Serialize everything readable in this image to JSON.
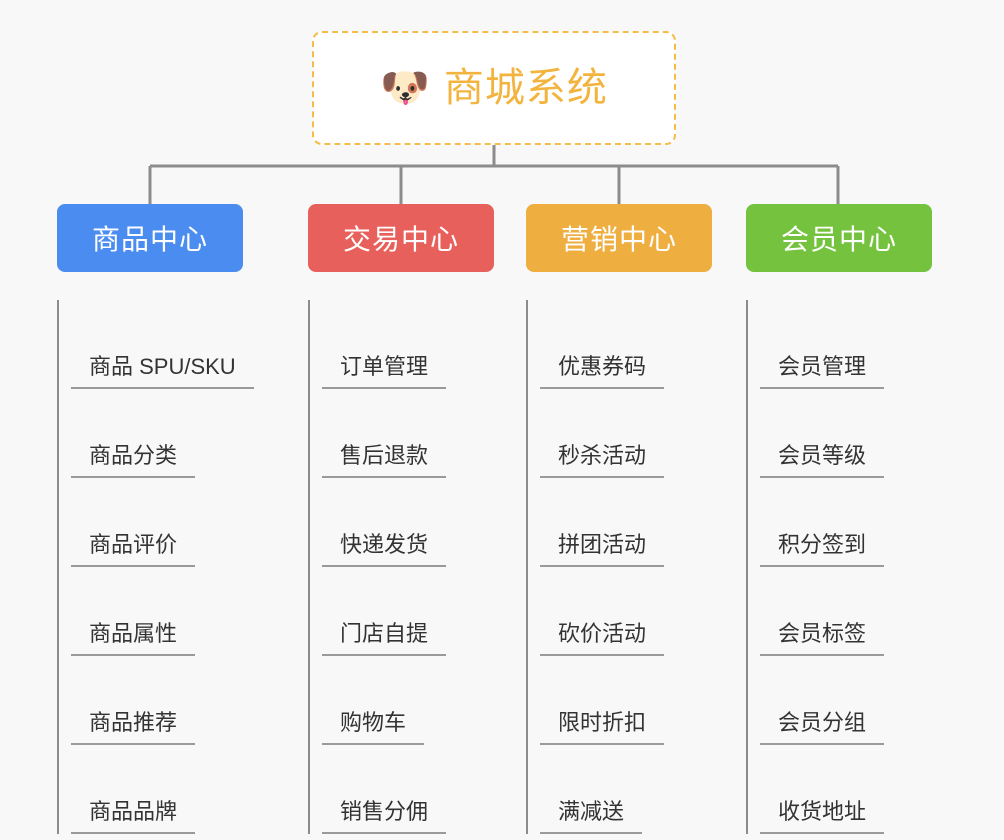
{
  "page": {
    "background_color": "#f8f8f8",
    "type": "mindmap"
  },
  "root": {
    "icon": "shiba-dog-emoji",
    "emoji": "🐶",
    "title": "商城系统",
    "text_color": "#f3b43f",
    "border_color": "#f5bc4a",
    "border_style": "dashed"
  },
  "branches": [
    {
      "label": "商品中心",
      "color": "#4a8cf0",
      "items": [
        {
          "label": "商品 SPU/SKU"
        },
        {
          "label": "商品分类"
        },
        {
          "label": "商品评价"
        },
        {
          "label": "商品属性"
        },
        {
          "label": "商品推荐"
        },
        {
          "label": "商品品牌"
        }
      ]
    },
    {
      "label": "交易中心",
      "color": "#e8605b",
      "items": [
        {
          "label": "订单管理"
        },
        {
          "label": "售后退款"
        },
        {
          "label": "快递发货"
        },
        {
          "label": "门店自提"
        },
        {
          "label": "购物车"
        },
        {
          "label": "销售分佣"
        }
      ]
    },
    {
      "label": "营销中心",
      "color": "#eeae40",
      "items": [
        {
          "label": "优惠券码"
        },
        {
          "label": "秒杀活动"
        },
        {
          "label": "拼团活动"
        },
        {
          "label": "砍价活动"
        },
        {
          "label": "限时折扣"
        },
        {
          "label": "满减送"
        }
      ]
    },
    {
      "label": "会员中心",
      "color": "#74c23e",
      "items": [
        {
          "label": "会员管理"
        },
        {
          "label": "会员等级"
        },
        {
          "label": "积分签到"
        },
        {
          "label": "会员标签"
        },
        {
          "label": "会员分组"
        },
        {
          "label": "收货地址"
        }
      ]
    }
  ],
  "connector": {
    "color": "#8c8c8c"
  }
}
